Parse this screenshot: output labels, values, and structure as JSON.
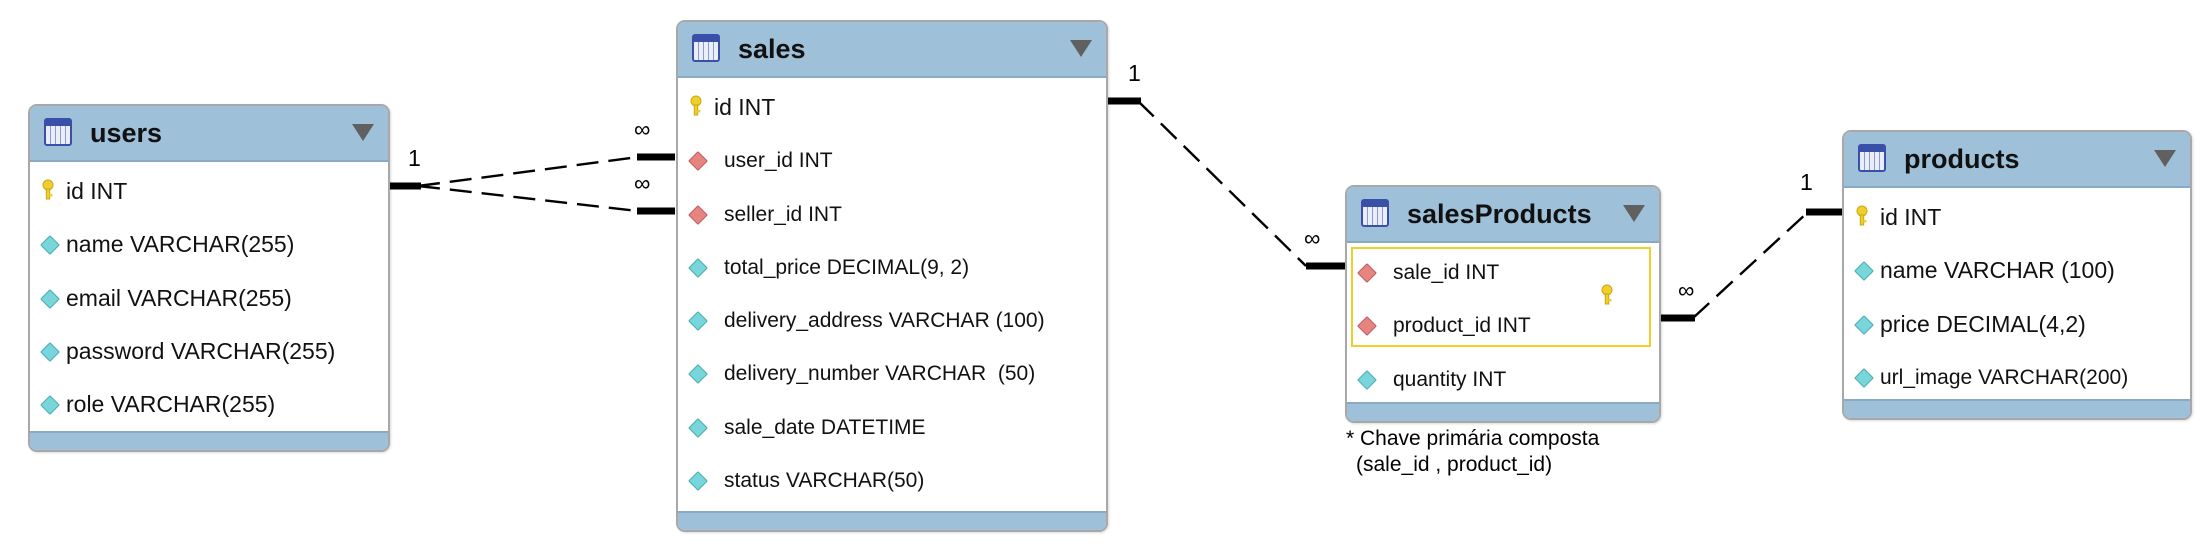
{
  "entities": {
    "users": {
      "title": "users",
      "fields": [
        {
          "name": "id",
          "type": "INT",
          "kind": "pk"
        },
        {
          "name": "name",
          "type": "VARCHAR(255)",
          "kind": "attr"
        },
        {
          "name": "email",
          "type": "VARCHAR(255)",
          "kind": "attr"
        },
        {
          "name": "password",
          "type": "VARCHAR(255)",
          "kind": "attr"
        },
        {
          "name": "role",
          "type": "VARCHAR(255)",
          "kind": "attr"
        }
      ]
    },
    "sales": {
      "title": "sales",
      "fields": [
        {
          "name": "id",
          "type": "INT",
          "kind": "pk"
        },
        {
          "name": "user_id",
          "type": "INT",
          "kind": "fk"
        },
        {
          "name": "seller_id",
          "type": "INT",
          "kind": "fk"
        },
        {
          "name": "total_price",
          "type": "DECIMAL(9, 2)",
          "kind": "attr"
        },
        {
          "name": "delivery_address",
          "type": "VARCHAR (100)",
          "kind": "attr"
        },
        {
          "name": "delivery_number",
          "type": "VARCHAR  (50)",
          "kind": "attr"
        },
        {
          "name": "sale_date",
          "type": "DATETIME",
          "kind": "attr"
        },
        {
          "name": "status",
          "type": "VARCHAR(50)",
          "kind": "attr"
        }
      ]
    },
    "salesProducts": {
      "title": "salesProducts",
      "fields": [
        {
          "name": "sale_id",
          "type": "INT",
          "kind": "fk"
        },
        {
          "name": "product_id",
          "type": "INT",
          "kind": "fk"
        },
        {
          "name": "quantity",
          "type": "INT",
          "kind": "attr"
        }
      ]
    },
    "products": {
      "title": "products",
      "fields": [
        {
          "name": "id",
          "type": "INT",
          "kind": "pk"
        },
        {
          "name": "name",
          "type": "VARCHAR (100)",
          "kind": "attr"
        },
        {
          "name": "price",
          "type": "DECIMAL(4,2)",
          "kind": "attr"
        },
        {
          "name": "url_image",
          "type": "VARCHAR(200)",
          "kind": "attr"
        }
      ]
    }
  },
  "relationships": [
    {
      "from": "users",
      "to": "sales",
      "from_card": "1",
      "to_card": "∞",
      "via": "user_id"
    },
    {
      "from": "users",
      "to": "sales",
      "from_card": "1",
      "to_card": "∞",
      "via": "seller_id"
    },
    {
      "from": "sales",
      "to": "salesProducts",
      "from_card": "1",
      "to_card": "∞",
      "via": "sale_id"
    },
    {
      "from": "products",
      "to": "salesProducts",
      "from_card": "1",
      "to_card": "∞",
      "via": "product_id"
    }
  ],
  "note": {
    "line1": "* Chave primária composta",
    "line2": "(sale_id , product_id)"
  },
  "colors": {
    "header": "#9fc0d9",
    "border": "#a8a8a8",
    "attr_diamond": "#78d6da",
    "fk_diamond": "#e58480",
    "pk_key": "#f1cf2a",
    "composite_box": "#f1cf2a"
  }
}
